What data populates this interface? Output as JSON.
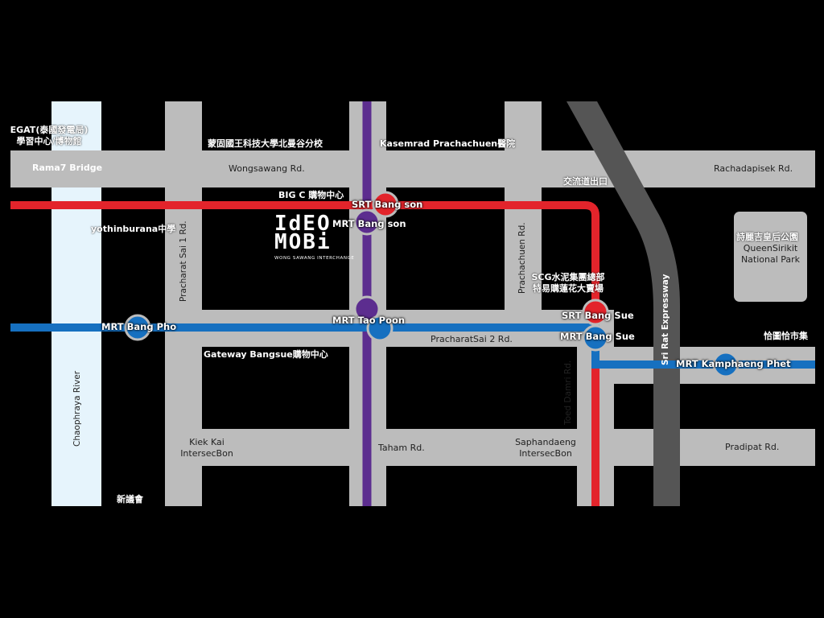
{
  "roads": {
    "rama7": "Rama7 Bridge",
    "wongsawang": "Wongsawang Rd.",
    "rachadapisek": "Rachadapisek Rd.",
    "pracharat_sai_1": "Pracharat Sai 1 Rd.",
    "prachachuen": "Prachachuen Rd.",
    "pracharat_sai_2": "PracharatSai 2 Rd.",
    "toed_damri": "Toed Damri Rd.",
    "taham": "Taham Rd.",
    "pradipat": "Pradipat Rd.",
    "sri_rat": "Sri Rat Expressway",
    "chaophraya": "Chaophraya River"
  },
  "intersections": {
    "kiek_kai": [
      "Kiek Kai",
      "IntersecBon"
    ],
    "saphandaeng": [
      "Saphandaeng",
      "IntersecBon"
    ]
  },
  "pois": {
    "egat": [
      "EGAT(泰國發電局)",
      "學習中心/博物館"
    ],
    "kmutnb": "蒙固國王科技大學北曼谷分校",
    "kasemrad": "Kasemrad Prachachuen醫院",
    "big_c": "BIG C 購物中心",
    "expressway_exit": "交流道出口",
    "yothinburana": "yothinburana中學",
    "scg": [
      "SCG水泥集團總部",
      "特易購蓮花大賣場"
    ],
    "gateway": "Gateway Bangsue購物中心",
    "chatuchak": "恰圖恰市集",
    "parliament": "新議會",
    "park": [
      "詩麗吉皇后公園",
      "QueenSirikit",
      "National Park"
    ]
  },
  "stations": {
    "srt_bang_son": "SRT Bang son",
    "mrt_bang_son": "MRT Bang son",
    "mrt_bang_pho": "MRT Bang Pho",
    "mrt_tao_poon": "MRT Tao Poon",
    "srt_bang_sue": "SRT Bang Sue",
    "mrt_bang_sue": "MRT Bang Sue",
    "mrt_kamphaeng_phet": "MRT Kamphaeng Phet"
  },
  "logo": {
    "line1": "IdEO",
    "line2": "MOBi",
    "tagline": "WONG SAWANG INTERCHANGE"
  },
  "colors": {
    "background": "#000000",
    "road": "#bcbcbc",
    "river": "#e6f4fc",
    "expressway": "#555555",
    "red_line": "#e3242b",
    "blue_line": "#1670c0",
    "purple_line": "#5c2d8f"
  }
}
